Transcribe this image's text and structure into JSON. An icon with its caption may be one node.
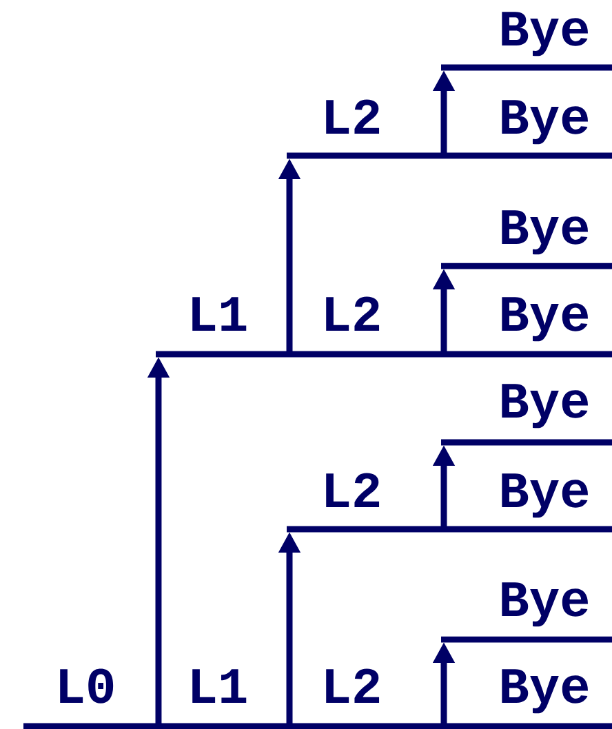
{
  "diagram": {
    "labels": [
      "Bye",
      "L2",
      "Bye",
      "Bye",
      "L1",
      "L2",
      "Bye",
      "Bye",
      "L2",
      "Bye",
      "Bye",
      "L0",
      "L1",
      "L2",
      "Bye"
    ]
  }
}
